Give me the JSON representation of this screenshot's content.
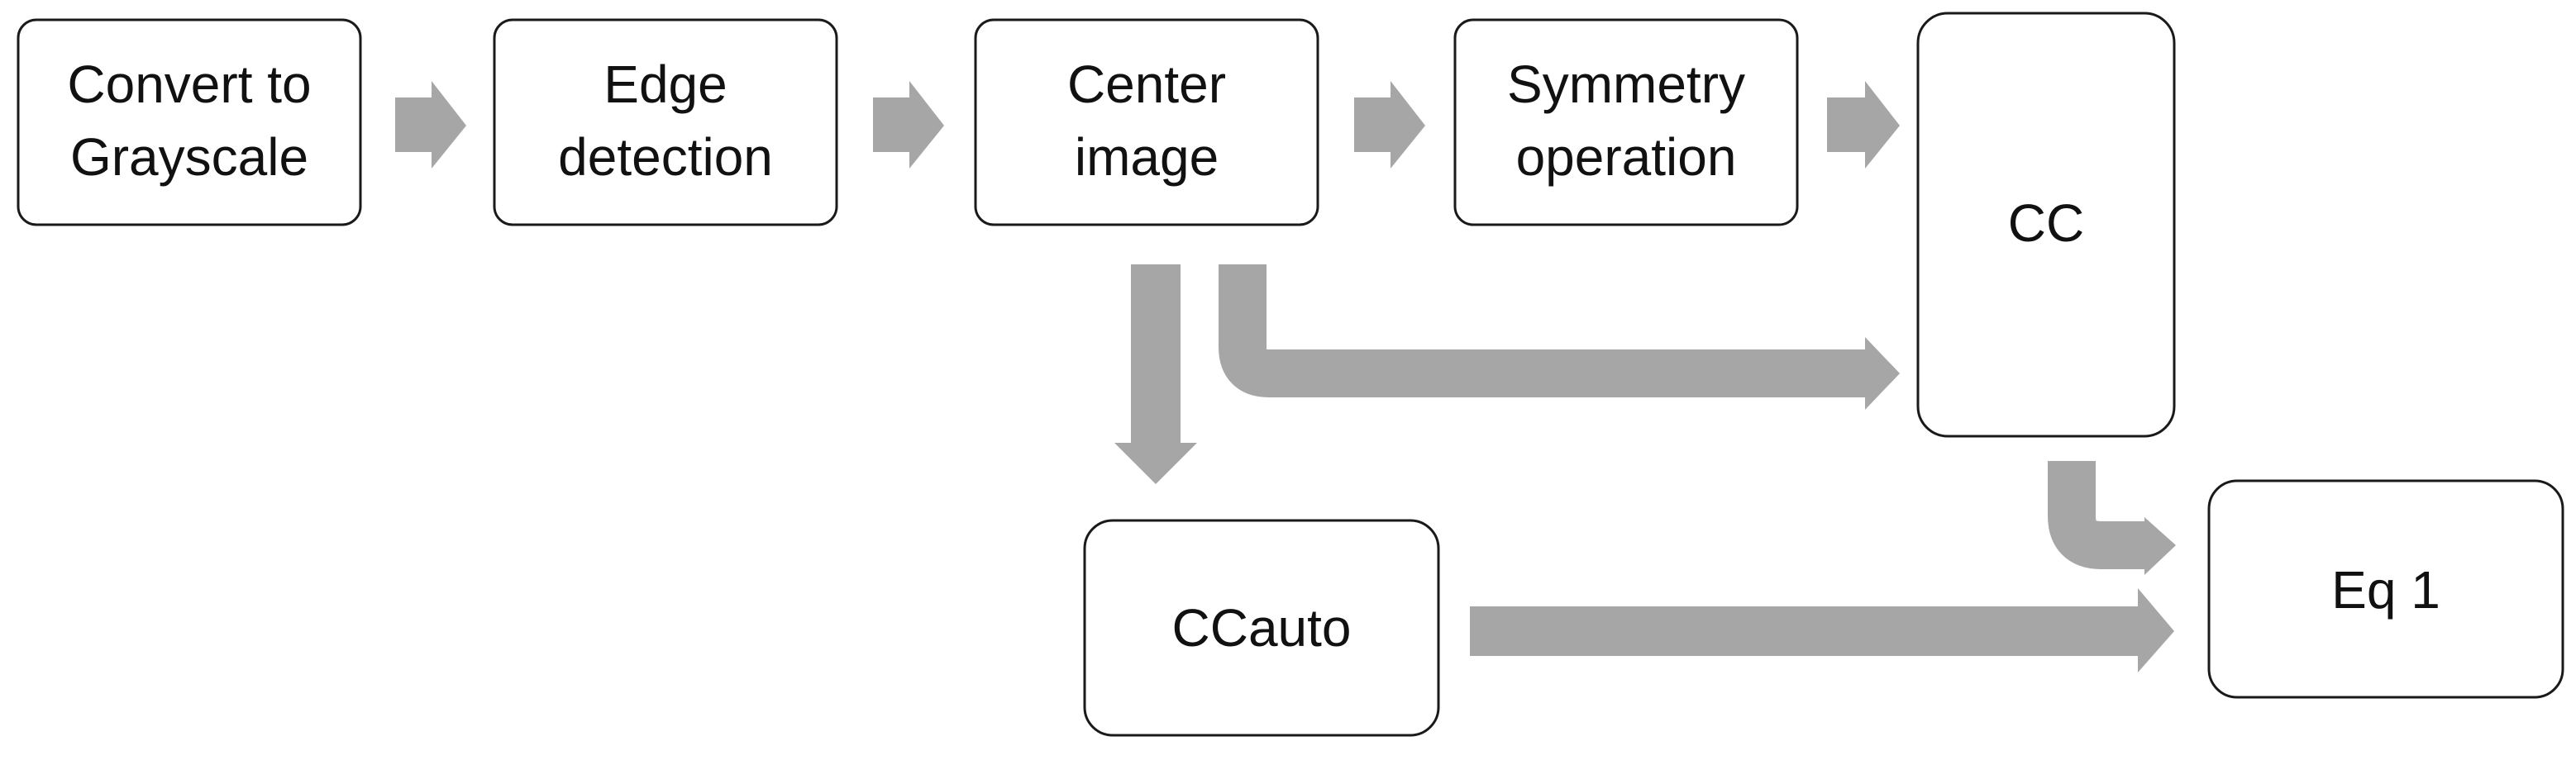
{
  "diagram": {
    "nodes": {
      "grayscale": {
        "line1": "Convert to",
        "line2": "Grayscale"
      },
      "edge": {
        "line1": "Edge",
        "line2": "detection"
      },
      "center": {
        "line1": "Center",
        "line2": "image"
      },
      "symmetry": {
        "line1": "Symmetry",
        "line2": "operation"
      },
      "cc": {
        "label": "CC"
      },
      "ccauto": {
        "label": "CCauto"
      },
      "eq1": {
        "label": "Eq 1"
      }
    },
    "edges": [
      {
        "from": "Convert to Grayscale",
        "to": "Edge detection"
      },
      {
        "from": "Edge detection",
        "to": "Center image"
      },
      {
        "from": "Center image",
        "to": "Symmetry operation"
      },
      {
        "from": "Symmetry operation",
        "to": "CC"
      },
      {
        "from": "Center image",
        "to": "CCauto"
      },
      {
        "from": "Center image",
        "to": "CC"
      },
      {
        "from": "CC",
        "to": "Eq 1"
      },
      {
        "from": "CCauto",
        "to": "Eq 1"
      }
    ],
    "colors": {
      "arrow": "#a6a6a6",
      "box_border": "#1a1a1a",
      "box_fill": "#ffffff",
      "text": "#111111"
    }
  }
}
